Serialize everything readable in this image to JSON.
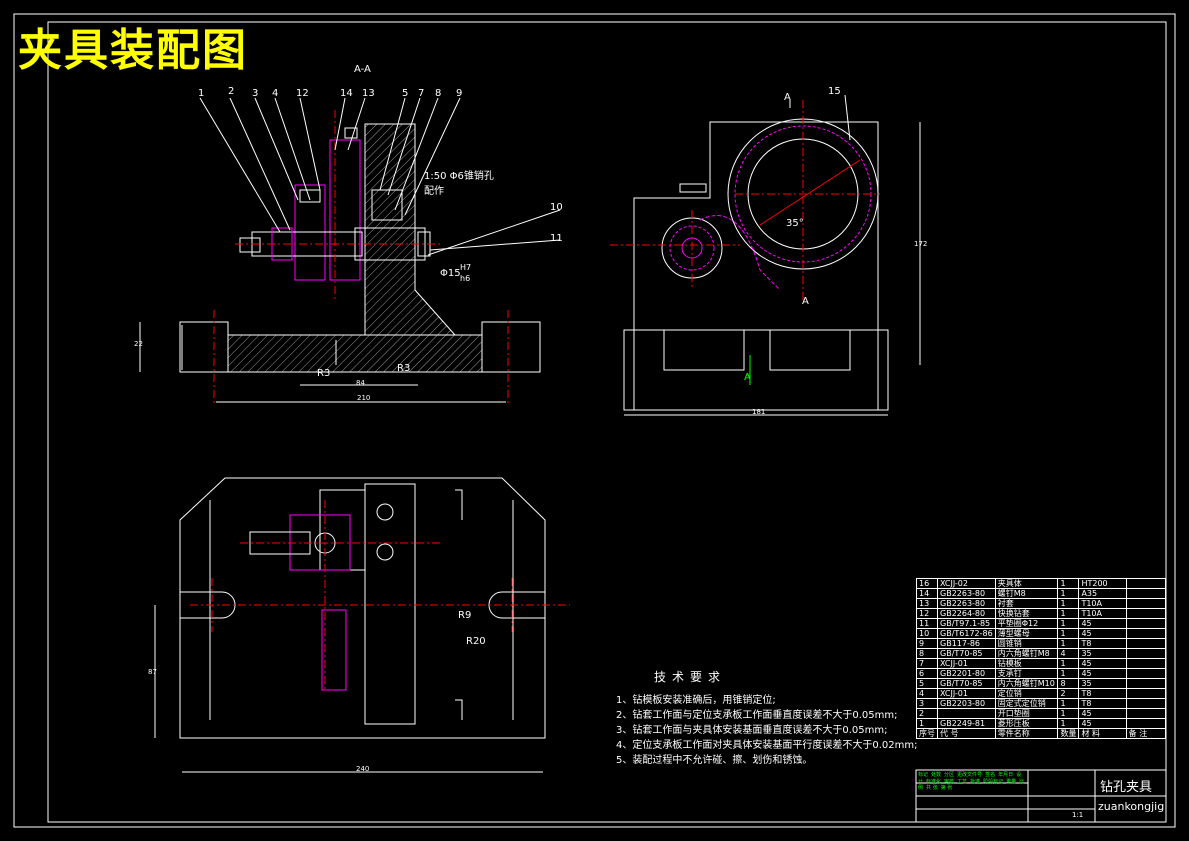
{
  "drawing": {
    "title": "夹具装配图",
    "section_label": "A-A",
    "part_callouts_top": [
      "1",
      "2",
      "3",
      "4",
      "12",
      "14",
      "13",
      "5",
      "7",
      "8",
      "9"
    ],
    "callouts_right": [
      "10",
      "11"
    ],
    "note_pin": "1:50 Φ6锥销孔 配作",
    "fit_label": "Φ15",
    "fit_upper": "H7",
    "fit_lower": "h6",
    "dims_front": {
      "height": "22",
      "r1": "R3",
      "r2": "R3",
      "width": "210",
      "inner": "84"
    },
    "right_view": {
      "balloon": "15",
      "section_mark": "A",
      "angle": "35°",
      "height": "172",
      "width": "181"
    },
    "bottom_view": {
      "radius1": "R9",
      "radius2": "R20",
      "height": "87",
      "width": "240"
    },
    "colors": {
      "bg": "#000000",
      "line": "#ffffff",
      "accent": "#ff00ff",
      "center": "#ff0000",
      "title": "#ffff00",
      "note": "#00ff00"
    }
  },
  "tech_requirements": {
    "heading": "技术要求",
    "items": [
      "1、钻模板安装准确后，用锥销定位;",
      "2、钻套工作面与定位支承板工作面垂直度误差不大于0.05mm;",
      "3、钻套工作面与夹具体安装基面垂直度误差不大于0.05mm;",
      "4、定位支承板工作面对夹具体安装基面平行度误差不大于0.02mm;",
      "5、装配过程中不允许碰、擦、划伤和锈蚀。"
    ]
  },
  "bom": {
    "rows": [
      {
        "no": "16",
        "code": "XCJJ-02",
        "name": "夹具体",
        "qty": "1",
        "mat": "HT200",
        "note": ""
      },
      {
        "no": "14",
        "code": "GB2263-80",
        "name": "螺钉M8",
        "qty": "1",
        "mat": "A35",
        "note": ""
      },
      {
        "no": "13",
        "code": "GB2263-80",
        "name": "衬套",
        "qty": "1",
        "mat": "T10A",
        "note": ""
      },
      {
        "no": "12",
        "code": "GB2264-80",
        "name": "快换钻套",
        "qty": "1",
        "mat": "T10A",
        "note": ""
      },
      {
        "no": "11",
        "code": "GB/T97.1-85",
        "name": "平垫圈Φ12",
        "qty": "1",
        "mat": "45",
        "note": ""
      },
      {
        "no": "10",
        "code": "GB/T6172-86",
        "name": "薄型螺母",
        "qty": "1",
        "mat": "45",
        "note": ""
      },
      {
        "no": "9",
        "code": "GB117-86",
        "name": "圆锥销",
        "qty": "1",
        "mat": "T8",
        "note": ""
      },
      {
        "no": "8",
        "code": "GB/T70-85",
        "name": "内六角螺钉M8",
        "qty": "4",
        "mat": "35",
        "note": ""
      },
      {
        "no": "7",
        "code": "XCJJ-01",
        "name": "钻模板",
        "qty": "1",
        "mat": "45",
        "note": ""
      },
      {
        "no": "6",
        "code": "GB2201-80",
        "name": "支承钉",
        "qty": "1",
        "mat": "45",
        "note": ""
      },
      {
        "no": "5",
        "code": "GB/T70-85",
        "name": "内六角螺钉M10",
        "qty": "8",
        "mat": "35",
        "note": ""
      },
      {
        "no": "4",
        "code": "XCJJ-01",
        "name": "定位销",
        "qty": "2",
        "mat": "T8",
        "note": ""
      },
      {
        "no": "3",
        "code": "GB2203-80",
        "name": "固定式定位销",
        "qty": "1",
        "mat": "T8",
        "note": ""
      },
      {
        "no": "2",
        "code": "",
        "name": "开口垫圈",
        "qty": "1",
        "mat": "45",
        "note": ""
      },
      {
        "no": "1",
        "code": "GB2249-81",
        "name": "菱形压板",
        "qty": "1",
        "mat": "45",
        "note": ""
      }
    ],
    "header": {
      "no": "序号",
      "code": "代 号",
      "name": "零件名称",
      "qty": "数量",
      "mat": "材 料",
      "note": "备 注"
    }
  },
  "title_block": {
    "name": "钻孔夹具",
    "drawing_no": "zuankongjig",
    "labels": [
      "标记",
      "处数",
      "分区",
      "更改文件号",
      "签名",
      "年月日",
      "设计",
      "标准化",
      "审核",
      "工艺",
      "批准",
      "阶段标记",
      "重量",
      "比例",
      "共 张",
      "第 张"
    ],
    "scale": "1:1"
  }
}
